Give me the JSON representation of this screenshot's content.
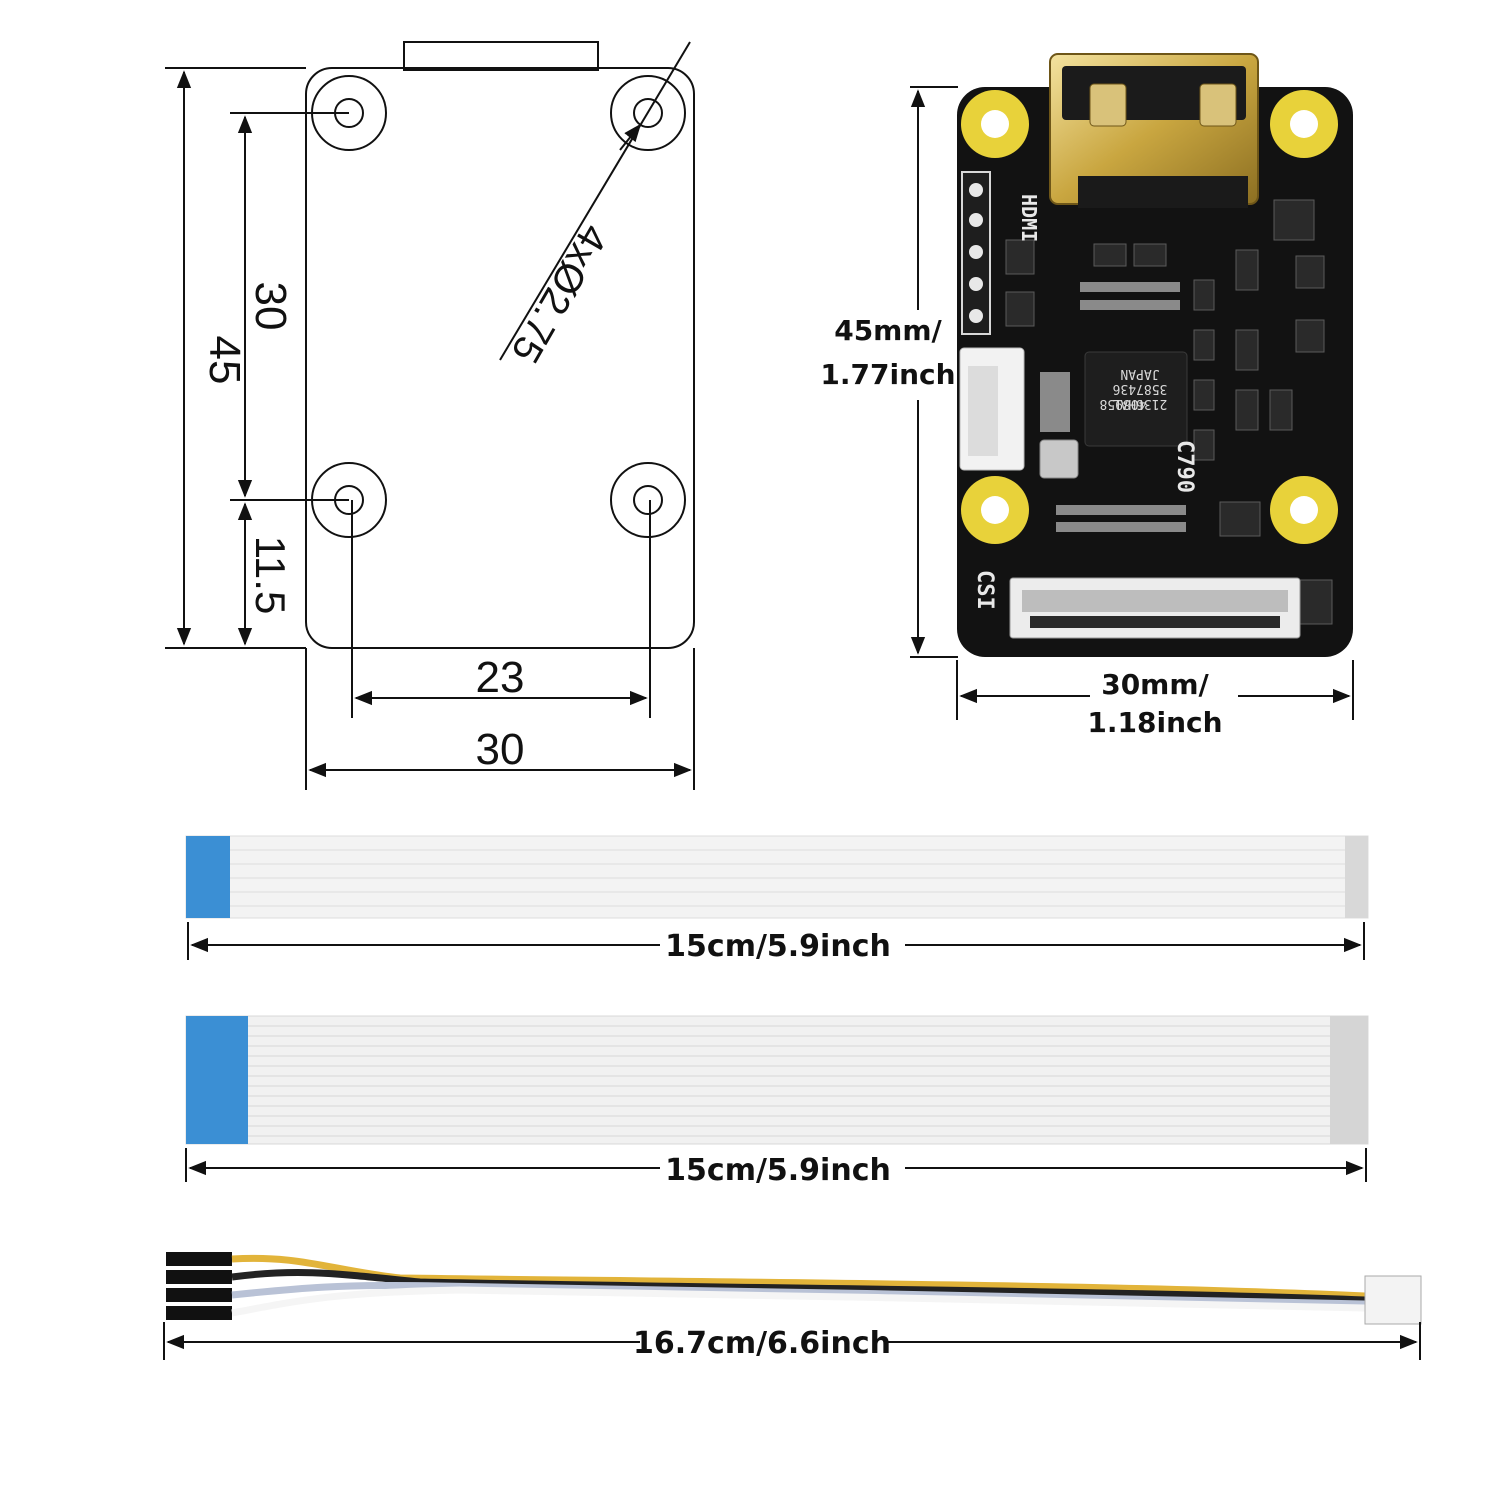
{
  "drawing": {
    "height_total": "45",
    "hole_spacing_vertical": "30",
    "hole_offset_bottom": "11.5",
    "hole_spacing_horizontal": "23",
    "width_total": "30",
    "hole_spec": "4xØ2.75"
  },
  "board": {
    "height_mm": "45mm/",
    "height_inch": "1.77inch",
    "width_mm": "30mm/",
    "width_inch": "1.18inch",
    "silk_hdmi": "HDMI",
    "silk_csi": "CSI",
    "silk_c790": "C790",
    "chip_line1": "408958",
    "chip_line2": "3587436",
    "chip_line3": "2136HAL",
    "chip_line4": "JAPAN"
  },
  "cables": {
    "ffc1_length": "15cm/5.9inch",
    "ffc2_length": "15cm/5.9inch",
    "wire_length": "16.7cm/6.6inch"
  },
  "colors": {
    "pcb": "#111111",
    "gold": "#d9b84a",
    "pad": "#e8d23a",
    "stiffener": "#3b8fd4",
    "ribbon": "#f1f1f1"
  }
}
